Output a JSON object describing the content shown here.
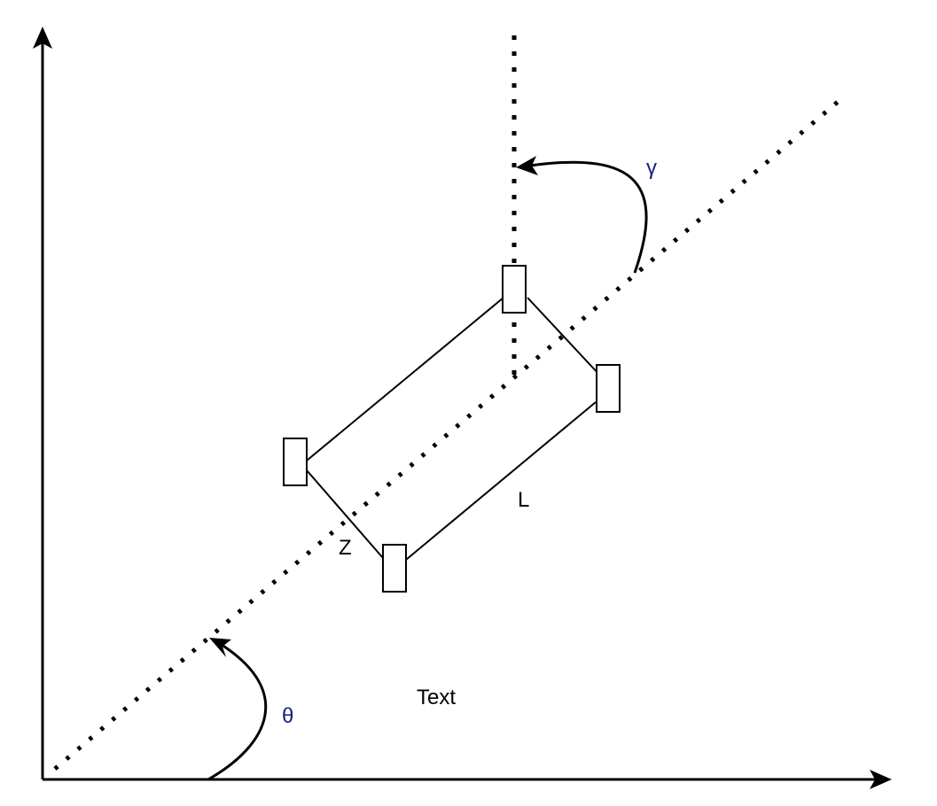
{
  "diagram": {
    "labels": {
      "gamma": "γ",
      "theta": "θ",
      "length": "L",
      "width": "Z",
      "text": "Text"
    },
    "colors": {
      "line": "#000000",
      "angle_label": "#1a1a80",
      "background": "#ffffff"
    }
  }
}
